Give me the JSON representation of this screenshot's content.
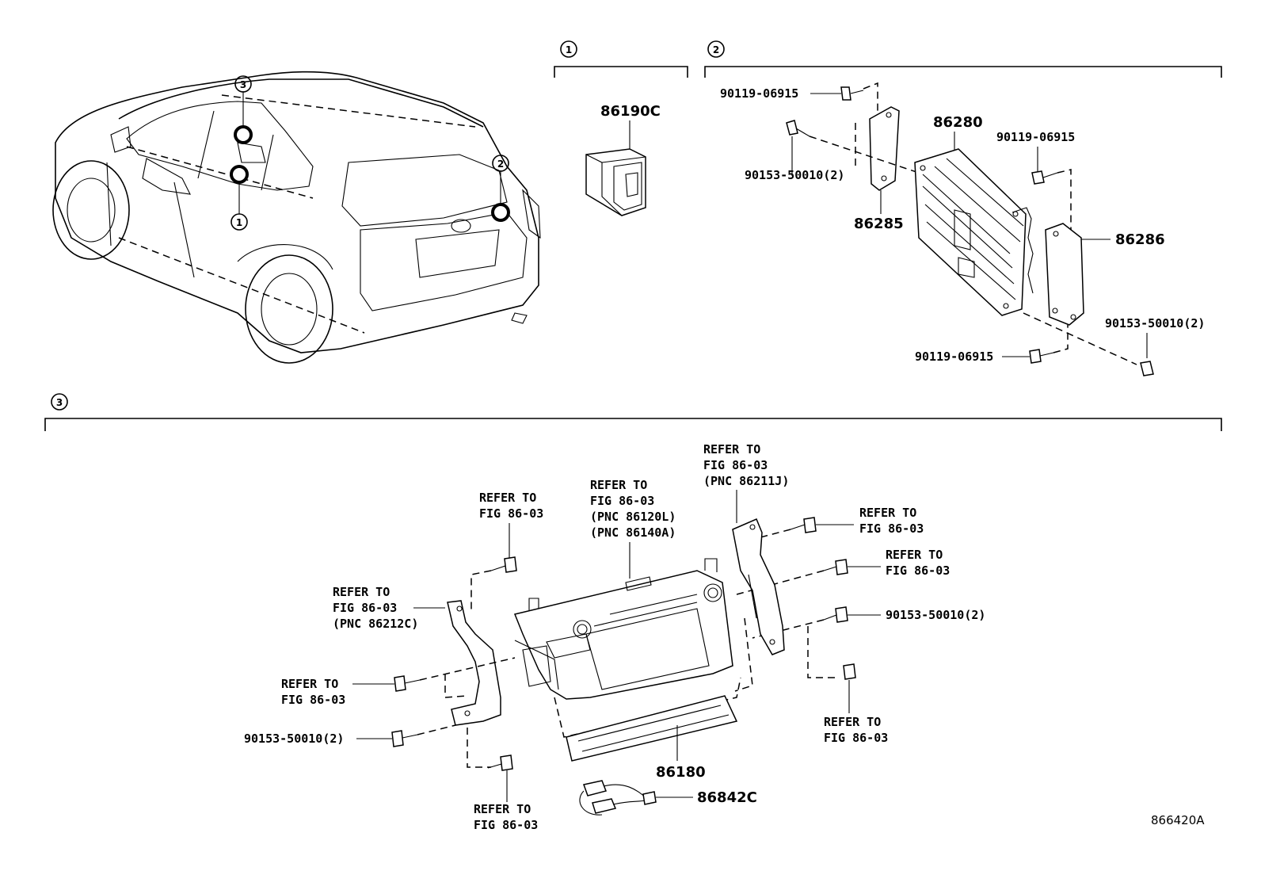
{
  "sections": [
    {
      "id": "1",
      "label": "1"
    },
    {
      "id": "2",
      "label": "2"
    },
    {
      "id": "3",
      "label": "3"
    }
  ],
  "car_callouts": [
    "3",
    "2",
    "1"
  ],
  "parts": {
    "p86190C": "86190C",
    "p86280": "86280",
    "p86285": "86285",
    "p86286": "86286",
    "p86180": "86180",
    "p86842C": "86842C"
  },
  "fasteners": {
    "f1": "90119-06915",
    "f2": "90153-50010(2)",
    "f3": "90119-06915",
    "f4": "90153-50010(2)",
    "f5": "90119-06915",
    "f6": "90153-50010(2)",
    "f7": "90153-50010(2)"
  },
  "refer": {
    "r1": [
      "REFER TO",
      "FIG 86-03",
      "(PNC 86211J)"
    ],
    "r2": [
      "REFER TO",
      "FIG 86-03",
      "(PNC 86120L)",
      "(PNC 86140A)"
    ],
    "r3": [
      "REFER TO",
      "FIG 86-03"
    ],
    "r4": [
      "REFER TO",
      "FIG 86-03"
    ],
    "r5": [
      "REFER TO",
      "FIG 86-03"
    ],
    "r6": [
      "REFER TO",
      "FIG 86-03",
      "(PNC 86212C)"
    ],
    "r7": [
      "REFER TO",
      "FIG 86-03"
    ],
    "r8": [
      "REFER TO",
      "FIG 86-03"
    ],
    "r9": [
      "REFER TO",
      "FIG 86-03"
    ]
  },
  "figure_code": "866420A"
}
